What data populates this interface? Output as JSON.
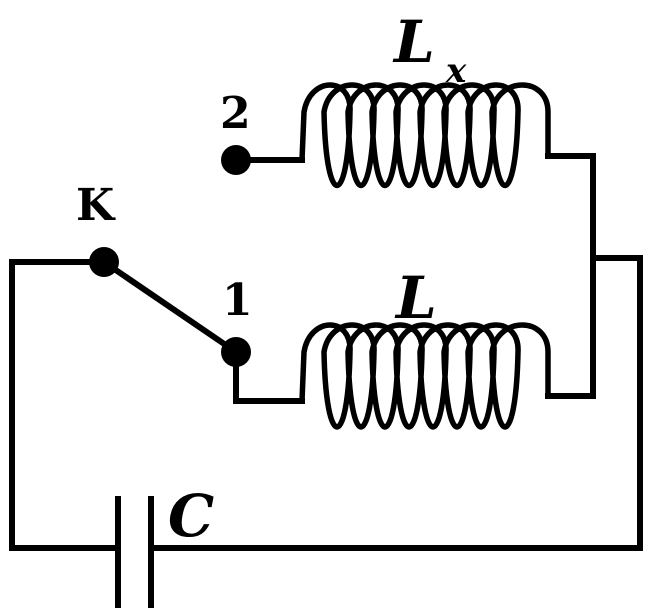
{
  "labels": {
    "switch": "K",
    "contact_1": "1",
    "contact_2": "2",
    "inductor_x_main": "L",
    "inductor_x_sub": "x",
    "inductor": "L",
    "capacitor": "C"
  }
}
